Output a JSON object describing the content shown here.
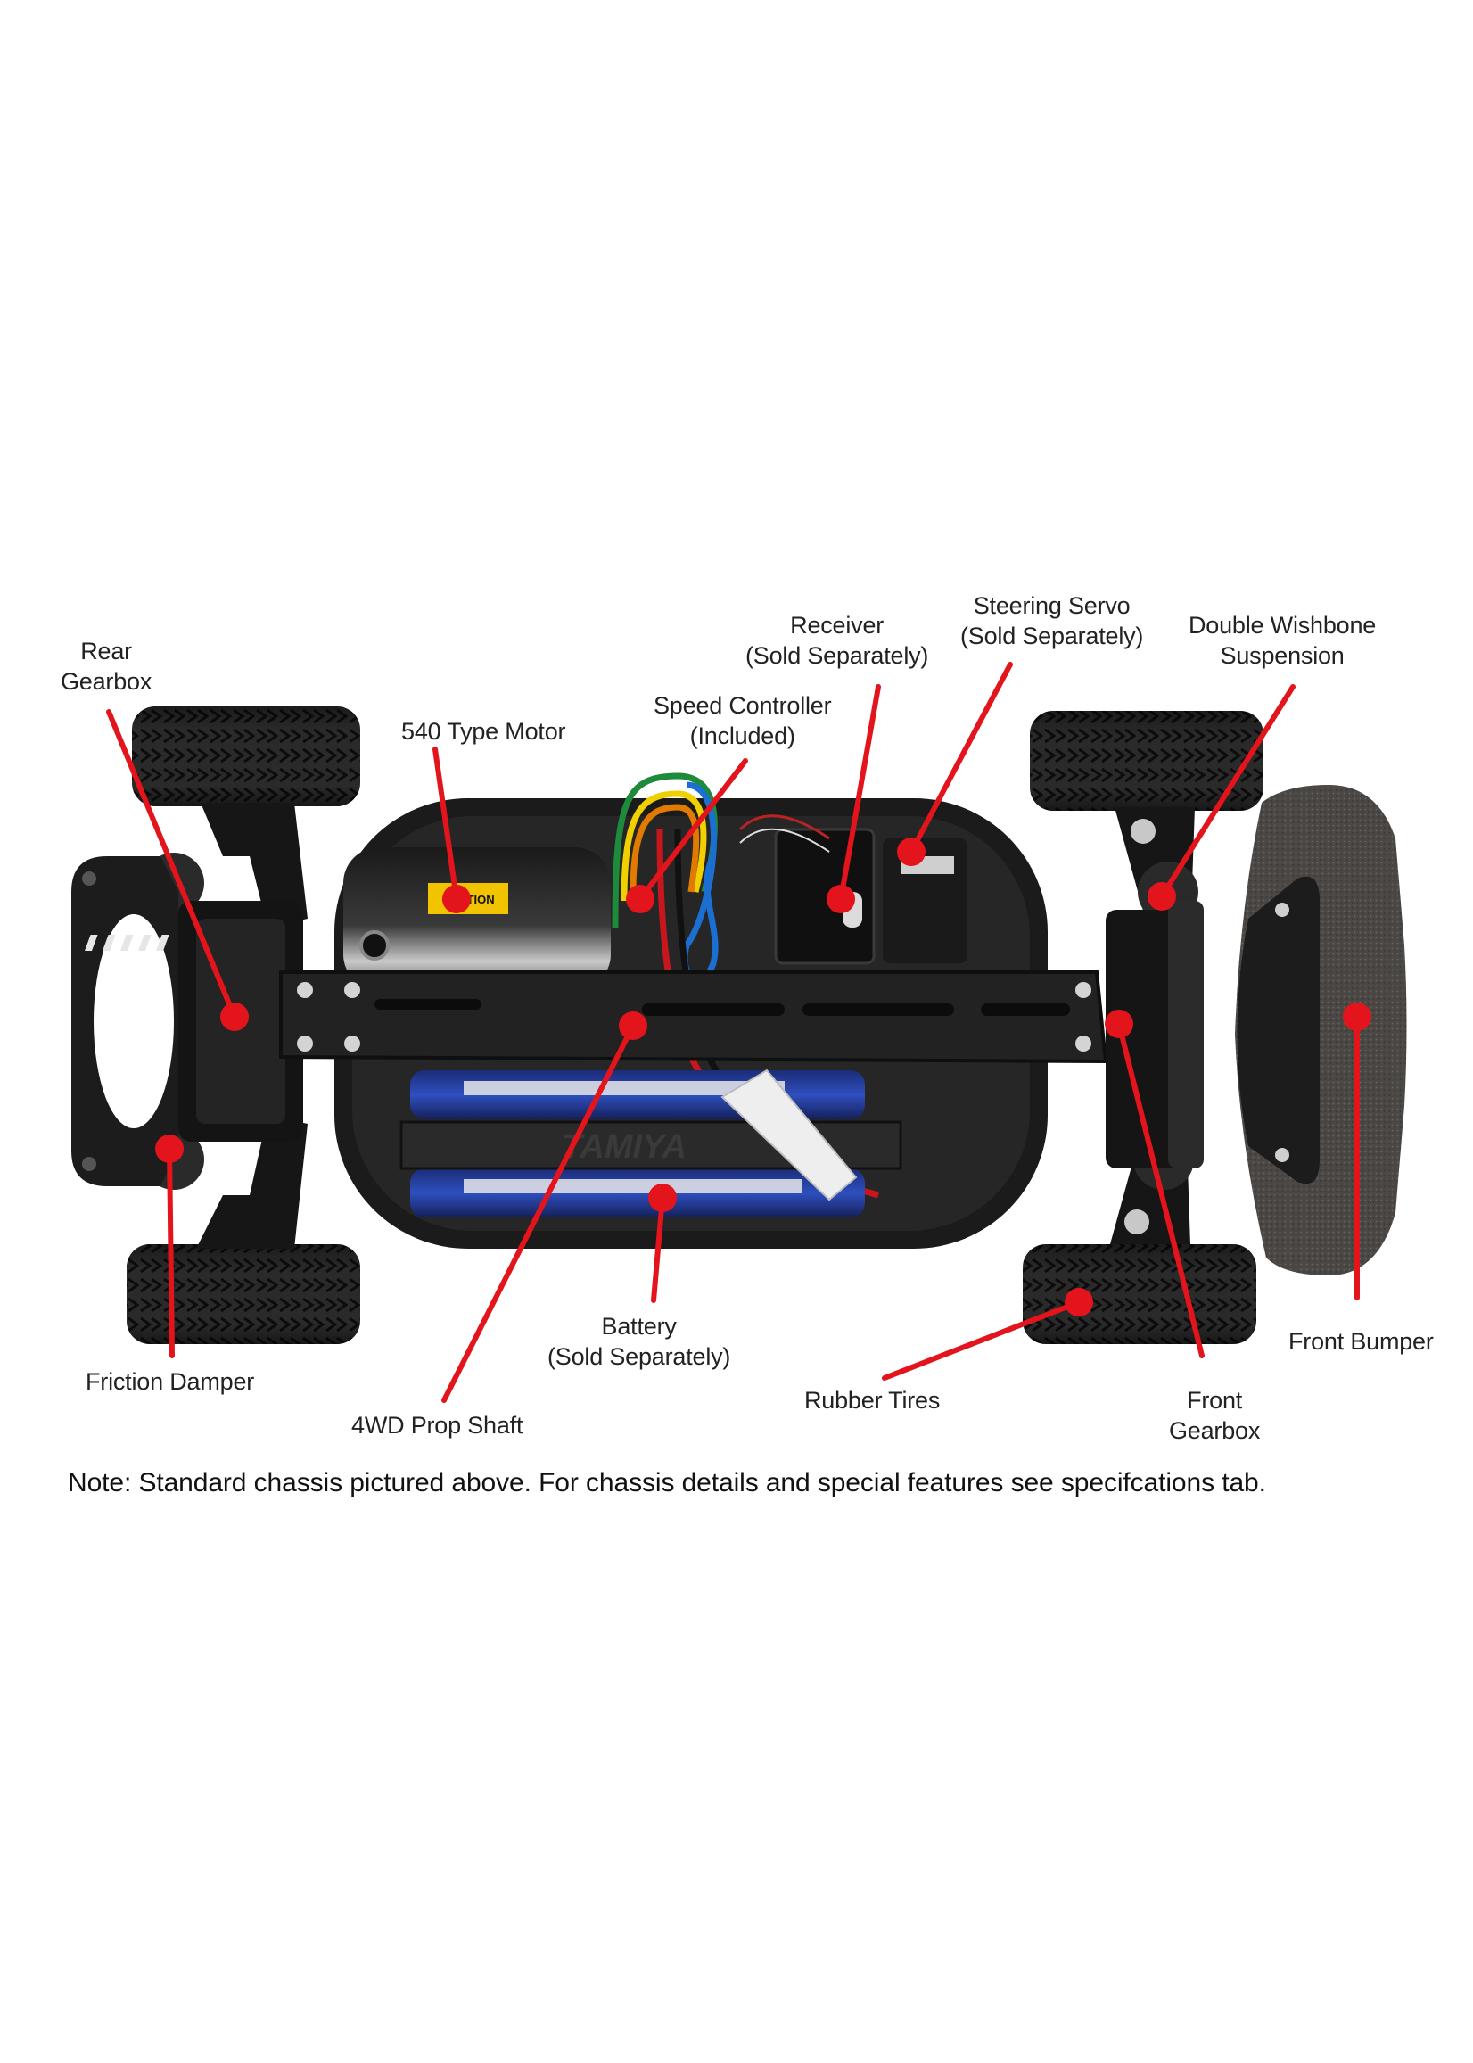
{
  "diagram": {
    "subject": "RC car chassis (underside view) with labeled components",
    "accent_color": "#e3141b",
    "callouts": [
      {
        "id": "rear-gearbox",
        "lines": [
          "Rear",
          "Gearbox"
        ]
      },
      {
        "id": "motor",
        "lines": [
          "540 Type Motor"
        ]
      },
      {
        "id": "speed-controller",
        "lines": [
          "Speed Controller",
          "(Included)"
        ]
      },
      {
        "id": "receiver",
        "lines": [
          "Receiver",
          "(Sold Separately)"
        ]
      },
      {
        "id": "steering-servo",
        "lines": [
          "Steering Servo",
          "(Sold Separately)"
        ]
      },
      {
        "id": "suspension",
        "lines": [
          "Double Wishbone",
          "Suspension"
        ]
      },
      {
        "id": "friction-damper",
        "lines": [
          "Friction Damper"
        ]
      },
      {
        "id": "prop-shaft",
        "lines": [
          "4WD Prop Shaft"
        ]
      },
      {
        "id": "battery",
        "lines": [
          "Battery",
          "(Sold Separately)"
        ]
      },
      {
        "id": "tires",
        "lines": [
          "Rubber Tires"
        ]
      },
      {
        "id": "front-gearbox",
        "lines": [
          "Front",
          "Gearbox"
        ]
      },
      {
        "id": "front-bumper",
        "lines": [
          "Front Bumper"
        ]
      }
    ],
    "printed_text": {
      "motor_sticker": "CAUTION",
      "battery_brand": "TAMIYA"
    },
    "note": "Note: Standard chassis pictured above. For chassis details and special features see specifcations tab."
  }
}
